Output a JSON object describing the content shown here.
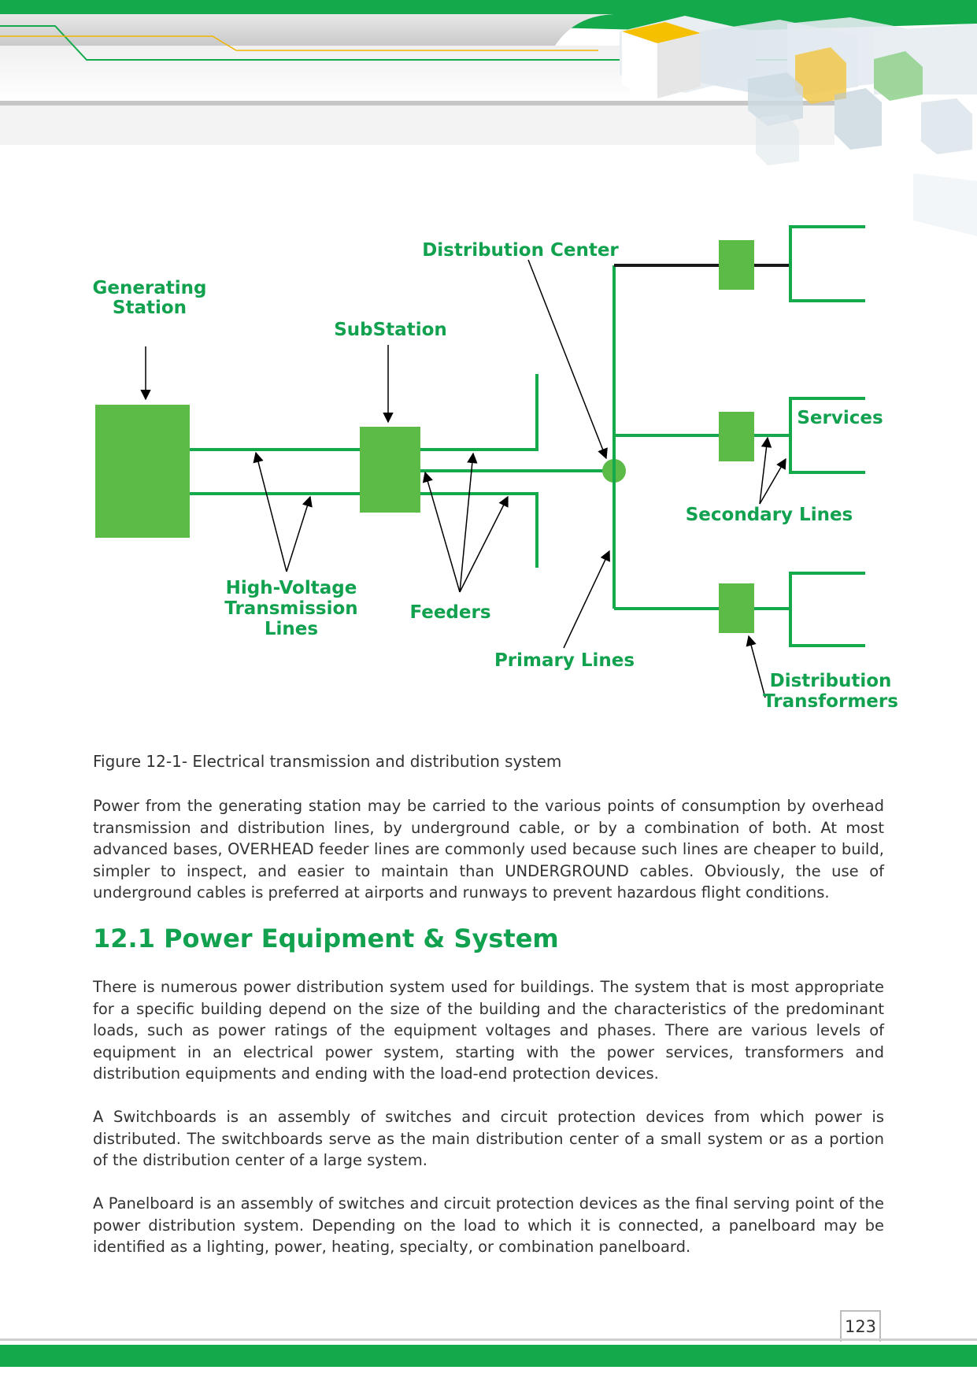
{
  "diagram": {
    "labels": {
      "generating_station_1": "Generating",
      "generating_station_2": "Station",
      "substation": "SubStation",
      "distribution_center": "Distribution Center",
      "services": "Services",
      "secondary_lines": "Secondary Lines",
      "hv_lines_1": "High-Voltage",
      "hv_lines_2": "Transmission",
      "hv_lines_3": "Lines",
      "feeders": "Feeders",
      "primary_lines": "Primary Lines",
      "dist_transformers_1": "Distribution",
      "dist_transformers_2": "Transformers"
    },
    "colors": {
      "green_label": "#12a14f",
      "green_fill": "#5cbb46",
      "green_line": "#14a94b"
    }
  },
  "caption": "Figure 12-1- Electrical transmission and distribution system",
  "paragraph_1": "Power from the generating station may be carried to the various points of consumption by overhead transmission and distribution lines, by underground cable, or by a combination of both. At most advanced bases, OVERHEAD feeder lines are commonly used because such lines are cheaper to build, simpler to inspect, and easier to maintain than UNDERGROUND cables. Obviously, the use of underground cables is preferred at airports and runways to prevent hazardous flight conditions.",
  "section_heading": "12.1 Power Equipment & System",
  "paragraph_2": "There is numerous power distribution system used for buildings. The system that is most appropriate for a specific building depend on the size of the building and the characteristics of the predominant loads, such as power ratings of the equipment voltages and phases. There are various levels of equipment in an electrical power system, starting with the power services, transformers and distribution equipments and ending with the load-end protection devices.",
  "paragraph_3": "A Switchboards is an assembly of switches and circuit protection devices from which power is distributed. The switchboards serve as the main distribution center of a small system or as a portion of the distribution center of a large system.",
  "paragraph_4": "A Panelboard is an assembly of switches and circuit protection devices as the final serving point of the power distribution system. Depending on the load to which it is connected, a panelboard may be identified as a lighting, power, heating, specialty, or combination panelboard.",
  "page_number": "123"
}
